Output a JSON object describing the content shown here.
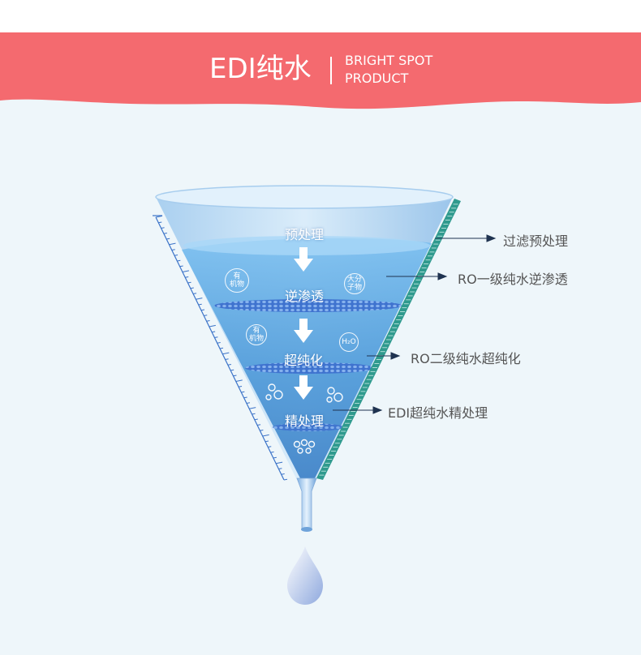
{
  "header": {
    "title": "EDI纯水",
    "subtitle_line1": "BRIGHT SPOT",
    "subtitle_line2": "PRODUCT"
  },
  "funnel": {
    "stages": [
      "预处理",
      "逆渗透",
      "超纯化",
      "精处理"
    ],
    "badges": {
      "organic_1": [
        "有",
        "机物"
      ],
      "large_molecule": [
        "大分",
        "子物"
      ],
      "organic_2": [
        "有",
        "机物"
      ],
      "water": "H₂O"
    }
  },
  "callouts": [
    "过滤预处理",
    "RO一级纯水逆渗透",
    "RO二级纯水超纯化",
    "EDI超纯水精处理"
  ],
  "colors": {
    "banner": "#f46a6f",
    "background": "#eef6fa",
    "water": "#5fa6e0",
    "membrane": "#3c6fd0",
    "scale_left": "#3b73c8",
    "scale_right": "#2f9a8e",
    "callout_line": "#1f3350"
  }
}
